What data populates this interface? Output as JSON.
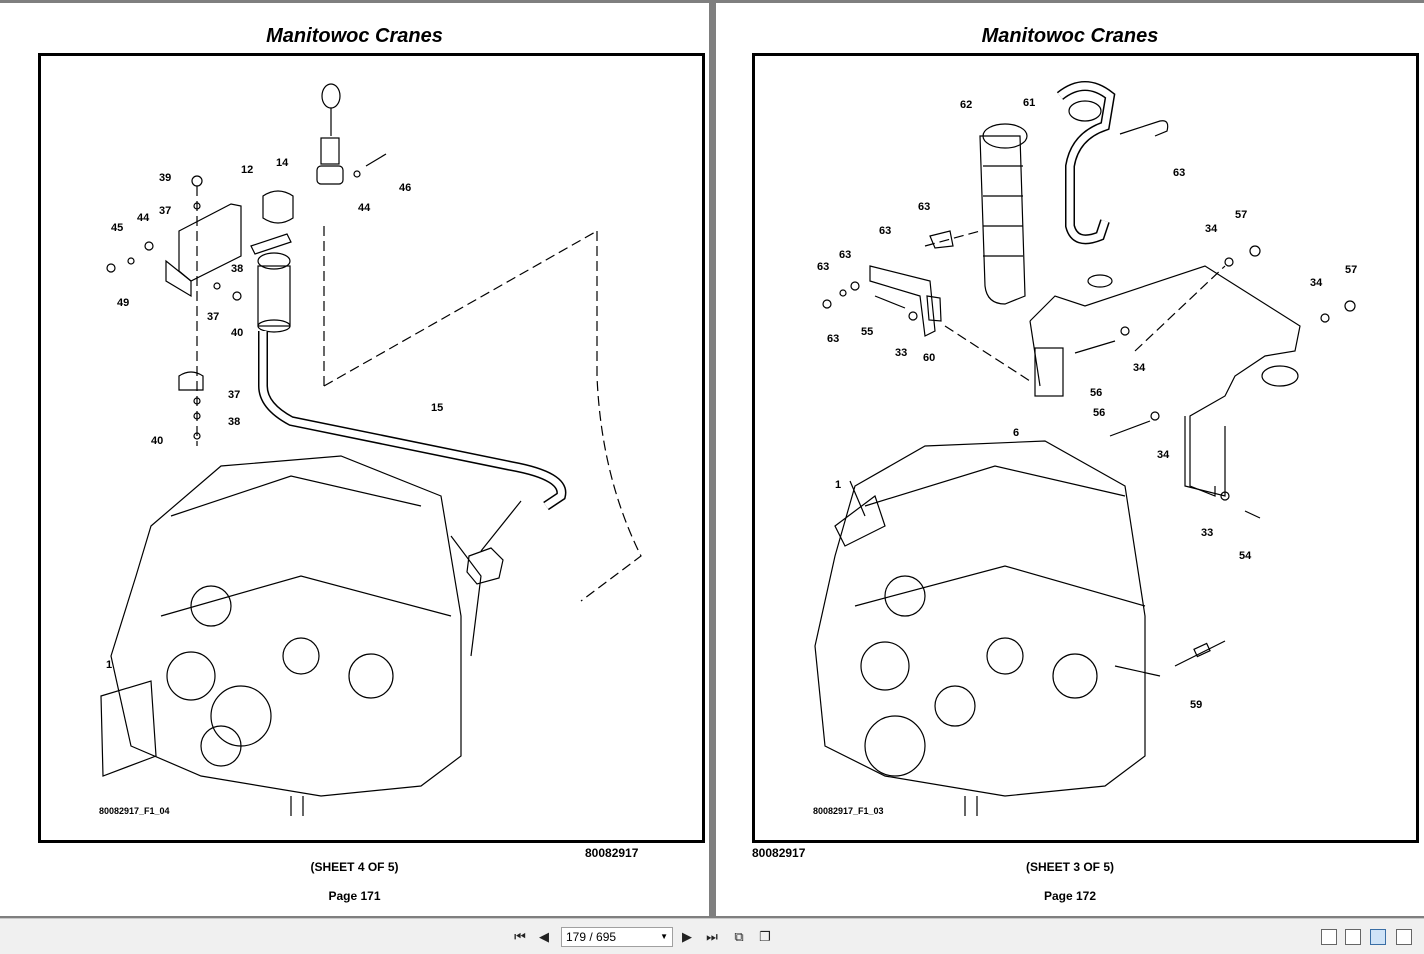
{
  "left_page": {
    "title": "Manitowoc Cranes",
    "figure_id": "80082917_F1_04",
    "doc_number": "80082917",
    "sheet": "(SHEET 4 OF 5)",
    "page": "Page 171",
    "callouts": [
      "39",
      "12",
      "14",
      "46",
      "37",
      "45",
      "44",
      "44",
      "49",
      "38",
      "37",
      "40",
      "37",
      "38",
      "40",
      "15",
      "1"
    ]
  },
  "right_page": {
    "title": "Manitowoc Cranes",
    "figure_id": "80082917_F1_03",
    "doc_number": "80082917",
    "sheet": "(SHEET 3 OF 5)",
    "page": "Page 172",
    "callouts": [
      "62",
      "61",
      "63",
      "63",
      "63",
      "63",
      "63",
      "63",
      "55",
      "33",
      "60",
      "34",
      "57",
      "34",
      "57",
      "34",
      "56",
      "56",
      "34",
      "6",
      "1",
      "33",
      "54",
      "59"
    ]
  },
  "toolbar": {
    "page_indicator": "179 / 695",
    "icons": [
      "first-page-icon",
      "prev-page-icon",
      "next-page-icon",
      "last-page-icon",
      "fit-page-icon",
      "fit-width-icon",
      "single-page-icon",
      "continuous-icon",
      "two-page-icon",
      "two-page-continuous-icon"
    ]
  }
}
